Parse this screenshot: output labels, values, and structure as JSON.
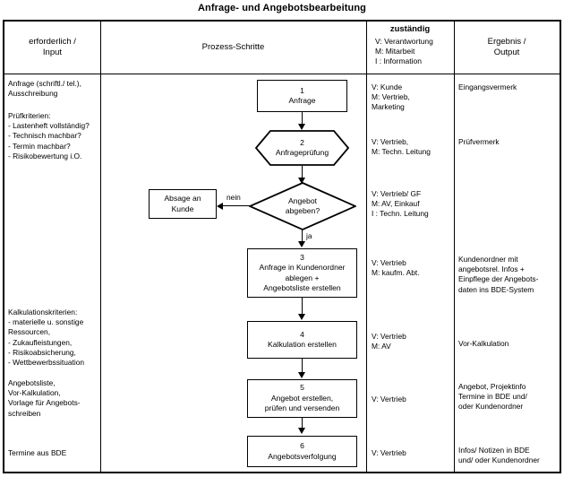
{
  "document": {
    "title": "Anfrage- und Angebotsbearbeitung"
  },
  "table": {
    "headers": {
      "input": "erforderlich /\nInput",
      "process": "Prozess-Schritte",
      "responsible_title": "zuständig",
      "responsible_legend": [
        "V: Verantwortung",
        "M: Mitarbeit",
        "I : Information"
      ],
      "output": "Ergebnis /\nOutput"
    }
  },
  "input_column": {
    "block1": "Anfrage (schriftl./ tel.),\nAusschreibung",
    "block2": "Prüfkriterien:\n- Lastenheft vollständig?\n- Technisch machbar?\n- Termin machbar?\n- Risikobewertung i.O.",
    "block3": "Kalkulationskriterien:\n- materielle u. sonstige\n  Ressourcen,\n- Zukaufleistungen,\n- Risikoabsicherung,\n- Wettbewerbssituation",
    "block4": "Angebotsliste,\nVor-Kalkulation,\nVorlage für Angebots-\nschreiben",
    "block5": "Termine aus BDE"
  },
  "process_steps": [
    {
      "num": "1",
      "label": "Anfrage",
      "shape": "rectangle"
    },
    {
      "num": "2",
      "label": "Anfrageprüfung",
      "shape": "hexagon"
    },
    {
      "num": "",
      "label": "Angebot\nabgeben?",
      "shape": "diamond"
    },
    {
      "num": "3",
      "label": "Anfrage in Kundenordner\nablegen +\nAngebotsliste erstellen",
      "shape": "rectangle"
    },
    {
      "num": "4",
      "label": "Kalkulation erstellen",
      "shape": "rectangle"
    },
    {
      "num": "5",
      "label": "Angebot erstellen,\nprüfen und versenden",
      "shape": "rectangle"
    },
    {
      "num": "6",
      "label": "Angebotsverfolgung",
      "shape": "rectangle"
    }
  ],
  "terminator": {
    "label": "Absage an\nKunde"
  },
  "edge_labels": {
    "no": "nein",
    "yes": "ja"
  },
  "responsible_column": {
    "step1": "V: Kunde\nM: Vertrieb,\n      Marketing",
    "step2": "V: Vertrieb,\nM: Techn. Leitung",
    "decision": "V: Vertrieb/ GF\nM: AV, Einkauf\n I : Techn. Leitung",
    "step3": "V: Vertrieb\nM: kaufm. Abt.",
    "step4": "V: Vertrieb\nM: AV",
    "step5": "V: Vertrieb",
    "step6": "V: Vertrieb"
  },
  "output_column": {
    "step1": "Eingangsvermerk",
    "step2": "Prüfvermerk",
    "step3": "Kundenordner mit\nangebotsrel. Infos +\nEinpflege der Angebots-\ndaten ins BDE-System",
    "step4": "Vor-Kalkulation",
    "step5": "Angebot, Projektinfo\nTermine in BDE und/\noder Kundenordner",
    "step6": "Infos/ Notizen in BDE\nund/ oder Kundenordner"
  },
  "colors": {
    "line": "#000000",
    "background": "#ffffff"
  }
}
